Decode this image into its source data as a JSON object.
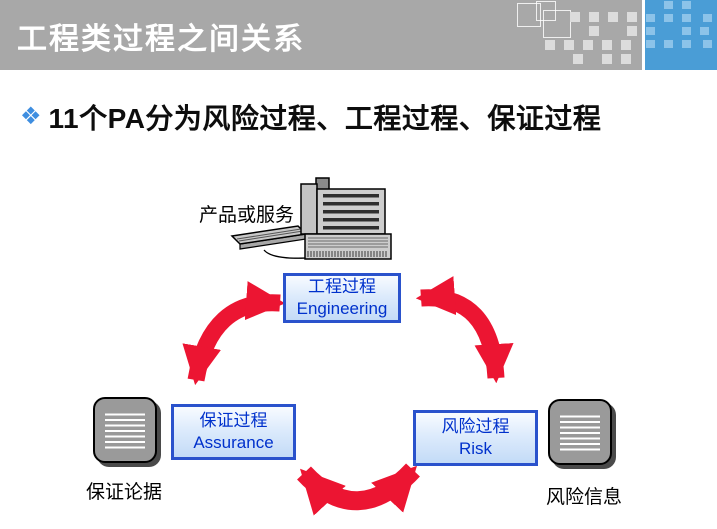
{
  "slide": {
    "header": {
      "title": "工程类过程之间关系"
    },
    "bullet": {
      "marker": "❖",
      "text": "11个PA分为风险过程、工程过程、保证过程"
    },
    "diagram": {
      "product_label": "产品或服务",
      "nodes": [
        {
          "id": "engineering",
          "line1": "工程过程",
          "line2": "Engineering"
        },
        {
          "id": "assurance",
          "line1": "保证过程",
          "line2": "Assurance"
        },
        {
          "id": "risk",
          "line1": "风险过程",
          "line2": "Risk"
        }
      ],
      "outputs": [
        {
          "label": "保证论据"
        },
        {
          "label": "风险信息"
        }
      ]
    },
    "colors": {
      "header_bg": "#a8a8a8",
      "header_accent": "#4a9dd6",
      "arrow_red": "#ec1532",
      "box_border": "#2a52cc",
      "box_text": "#0031cc",
      "bullet_marker": "#3e8ee0"
    }
  }
}
